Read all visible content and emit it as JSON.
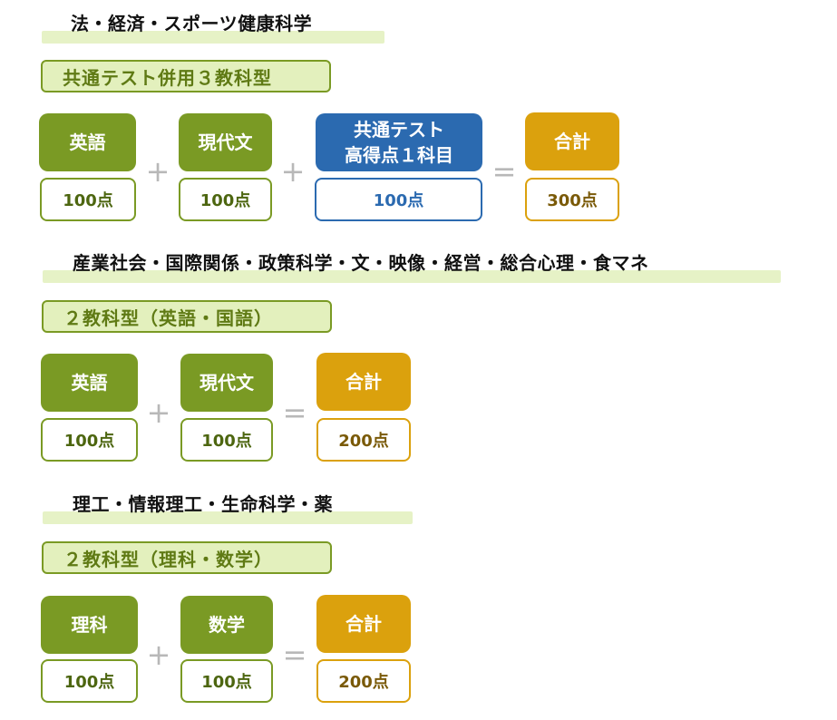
{
  "sections": [
    {
      "title": "法・経済・スポーツ健康科学",
      "pattern": "共通テスト併用３教科型",
      "items": [
        {
          "label": "英語",
          "score": "100点"
        },
        {
          "label": "現代文",
          "score": "100点"
        },
        {
          "label": "共通テスト高得点１科目",
          "label_line1": "共通テスト",
          "label_line2": "高得点１科目",
          "score": "100点"
        },
        {
          "label": "合計",
          "score": "300点"
        }
      ],
      "operators": [
        "+",
        "+",
        "="
      ]
    },
    {
      "title": "産業社会・国際関係・政策科学・文・映像・経営・総合心理・食マネ",
      "pattern": "２教科型（英語・国語）",
      "items": [
        {
          "label": "英語",
          "score": "100点"
        },
        {
          "label": "現代文",
          "score": "100点"
        },
        {
          "label": "合計",
          "score": "200点"
        }
      ],
      "operators": [
        "+",
        "="
      ]
    },
    {
      "title": "理工・情報理工・生命科学・薬",
      "pattern": "２教科型（理科・数学）",
      "items": [
        {
          "label": "理科",
          "score": "100点"
        },
        {
          "label": "数学",
          "score": "100点"
        },
        {
          "label": "合計",
          "score": "200点"
        }
      ],
      "operators": [
        "+",
        "="
      ]
    }
  ],
  "colors": {
    "subject_green": "#7a9a24",
    "common_test_blue": "#2b6ab0",
    "total_orange": "#dba10d",
    "title_band": "#e6f2c6",
    "pattern_fill": "#e3f0bd"
  }
}
